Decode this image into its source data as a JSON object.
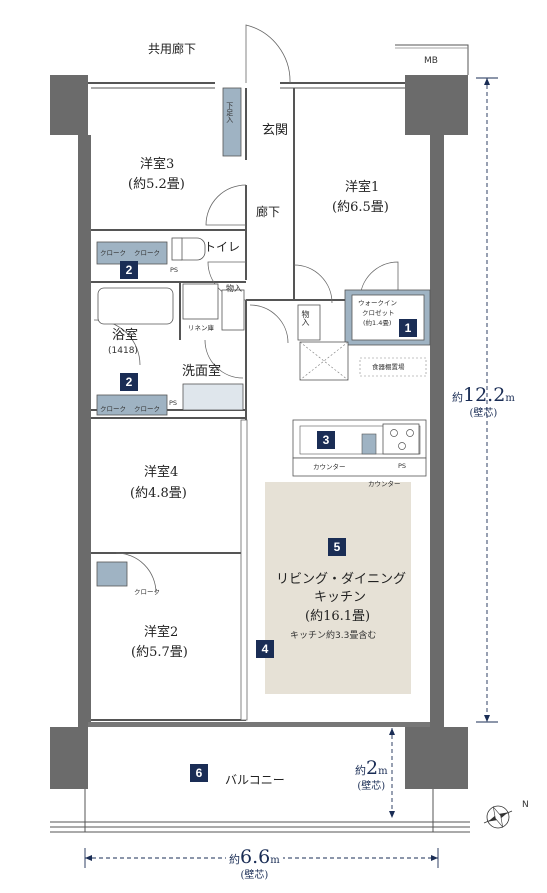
{
  "corridor_label": "共用廊下",
  "mb_label": "MB",
  "rooms": {
    "genkan": "玄関",
    "shoes": "下足入",
    "western3": {
      "name": "洋室3",
      "area": "(約5.2畳)"
    },
    "western1": {
      "name": "洋室1",
      "area": "(約6.5畳)"
    },
    "hallway": "廊下",
    "toilet": "トイレ",
    "bath": {
      "name": "浴室",
      "size": "(1418)"
    },
    "linen": "リネン庫",
    "washroom": "洗面室",
    "storage1": "物入",
    "storage2": "物入",
    "walkin": {
      "line1": "ウォークイン",
      "line2": "クロゼット",
      "line3": "(約1.4畳)"
    },
    "pantry": "食器棚置場",
    "western4": {
      "name": "洋室4",
      "area": "(約4.8畳)"
    },
    "western2": {
      "name": "洋室2",
      "area": "(約5.7畳)"
    },
    "ldk": {
      "line1": "リビング・ダイニング",
      "line2": "キッチン",
      "area": "(約16.1畳)",
      "note": "キッチン約3.3畳含む"
    },
    "counter1": "カウンター",
    "counter2": "カウンター",
    "balcony": "バルコニー"
  },
  "closets": {
    "c3a": "クローク",
    "c3b": "クローク",
    "c4a": "クローク",
    "c4b": "クローク",
    "c2": "クローク"
  },
  "ps_labels": [
    "PS",
    "PS",
    "PS"
  ],
  "badges": [
    "1",
    "2",
    "2",
    "3",
    "4",
    "5",
    "6"
  ],
  "dimensions": {
    "height": {
      "prefix": "約",
      "value": "12.2",
      "unit": "m",
      "note": "(壁芯)"
    },
    "balcony": {
      "prefix": "約",
      "value": "2",
      "unit": "m",
      "note": "(壁芯)"
    },
    "width": {
      "prefix": "約",
      "value": "6.6",
      "unit": "m",
      "note": "(壁芯)"
    }
  },
  "compass": {
    "label": "N"
  },
  "colors": {
    "wall": "#6b6b6b",
    "navy": "#1a2d55",
    "closet_fill": "#9fb3c3",
    "ldk_floor": "#e6e1d6",
    "line": "#555555"
  }
}
